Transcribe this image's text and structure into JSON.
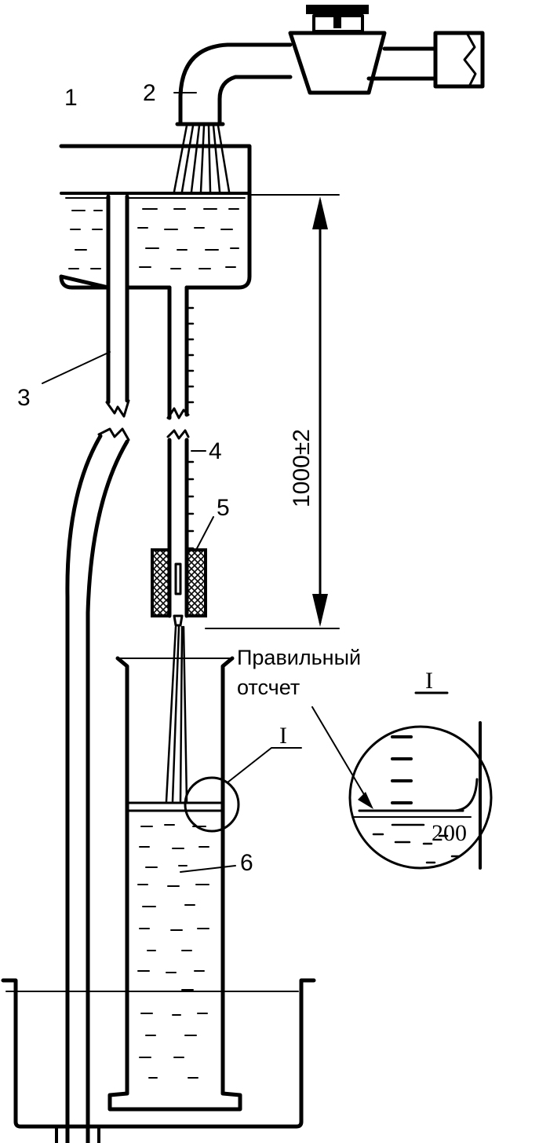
{
  "labels": {
    "tank": "1",
    "tap": "2",
    "overflow_tube": "3",
    "burette": "4",
    "holder": "5",
    "cylinder": "6",
    "height": "1000±2",
    "correct_line1": "Правильный",
    "correct_line2": "отсчет",
    "detail_marker": "I",
    "detail_title": "I",
    "detail_value": "200"
  }
}
